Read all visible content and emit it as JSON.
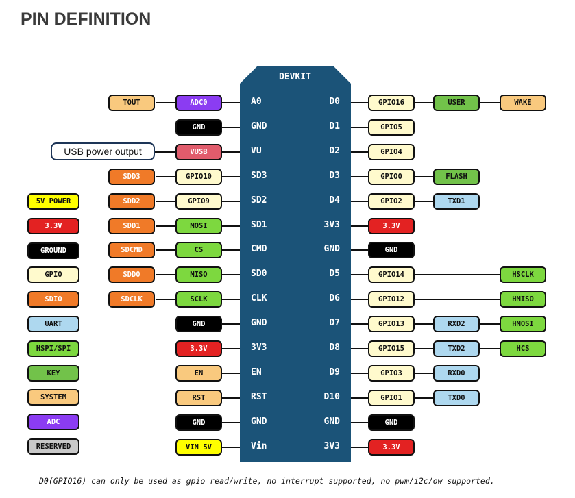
{
  "title": "PIN DEFINITION",
  "board_label": "DEVKIT",
  "colors": {
    "board": "#1b5378",
    "system": "#f9c97e",
    "adc": "#8b3cf2",
    "ground": "#000000",
    "power_3v3": "#e32222",
    "power_5v": "#ffff00",
    "sdio": "#f07a28",
    "gpio": "#fffacd",
    "hspi": "#7dd83f",
    "key": "#72c24a",
    "uart": "#aed8ef",
    "reserved": "#c9c9c9",
    "vusb": "#e15c6c"
  },
  "callout": "USB power output",
  "legend": [
    "5V POWER",
    "3.3V",
    "GROUND",
    "GPIO",
    "SDIO",
    "UART",
    "HSPI/SPI",
    "KEY",
    "SYSTEM",
    "ADC",
    "RESERVED"
  ],
  "left_pins": [
    {
      "pin": "A0",
      "inner": "ADC0",
      "outer": "TOUT"
    },
    {
      "pin": "GND",
      "inner": "GND"
    },
    {
      "pin": "VU",
      "inner": "VUSB"
    },
    {
      "pin": "SD3",
      "inner": "GPIO10",
      "outer": "SDD3"
    },
    {
      "pin": "SD2",
      "inner": "GPIO9",
      "outer": "SDD2"
    },
    {
      "pin": "SD1",
      "inner": "MOSI",
      "outer": "SDD1"
    },
    {
      "pin": "CMD",
      "inner": "CS",
      "outer": "SDCMD"
    },
    {
      "pin": "SD0",
      "inner": "MISO",
      "outer": "SDD0"
    },
    {
      "pin": "CLK",
      "inner": "SCLK",
      "outer": "SDCLK"
    },
    {
      "pin": "GND",
      "inner": "GND"
    },
    {
      "pin": "3V3",
      "inner": "3.3V"
    },
    {
      "pin": "EN",
      "inner": "EN"
    },
    {
      "pin": "RST",
      "inner": "RST"
    },
    {
      "pin": "GND",
      "inner": "GND"
    },
    {
      "pin": "Vin",
      "inner": "VIN 5V"
    }
  ],
  "right_pins": [
    {
      "pin": "D0",
      "inner": "GPIO16",
      "f1": "USER",
      "f2": "WAKE"
    },
    {
      "pin": "D1",
      "inner": "GPIO5"
    },
    {
      "pin": "D2",
      "inner": "GPIO4"
    },
    {
      "pin": "D3",
      "inner": "GPIO0",
      "f1": "FLASH"
    },
    {
      "pin": "D4",
      "inner": "GPIO2",
      "f1": "TXD1"
    },
    {
      "pin": "3V3",
      "inner": "3.3V"
    },
    {
      "pin": "GND",
      "inner": "GND"
    },
    {
      "pin": "D5",
      "inner": "GPIO14",
      "f2": "HSCLK"
    },
    {
      "pin": "D6",
      "inner": "GPIO12",
      "f2": "HMISO"
    },
    {
      "pin": "D7",
      "inner": "GPIO13",
      "f1": "RXD2",
      "f2": "HMOSI"
    },
    {
      "pin": "D8",
      "inner": "GPIO15",
      "f1": "TXD2",
      "f2": "HCS"
    },
    {
      "pin": "D9",
      "inner": "GPIO3",
      "f1": "RXD0"
    },
    {
      "pin": "D10",
      "inner": "GPIO1",
      "f1": "TXD0"
    },
    {
      "pin": "GND",
      "inner": "GND"
    },
    {
      "pin": "3V3",
      "inner": "3.3V"
    }
  ],
  "footnote": "D0(GPIO16) can only be used as gpio read/write, no interrupt supported, no pwm/i2c/ow supported."
}
